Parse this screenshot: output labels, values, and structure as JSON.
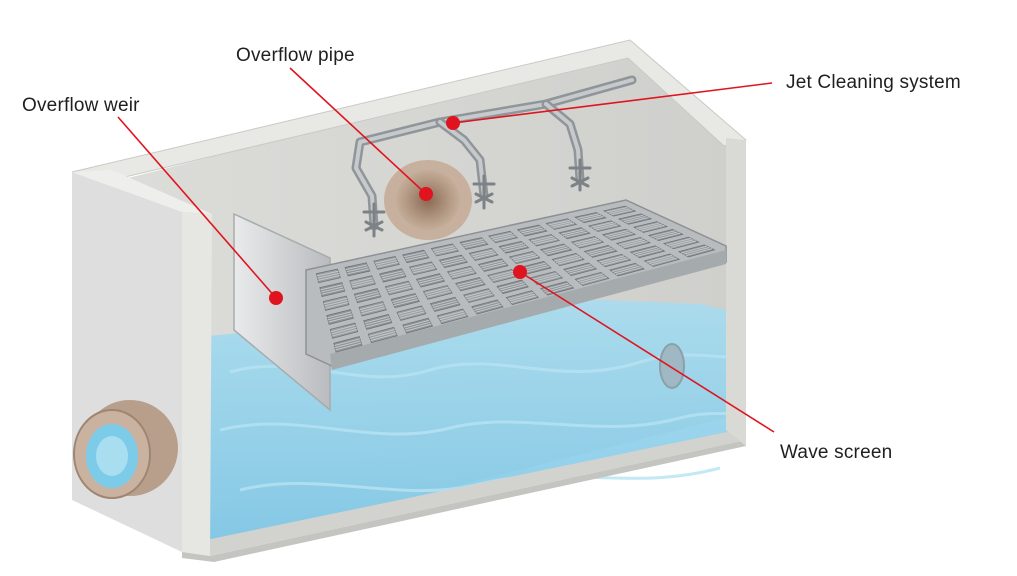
{
  "labels": {
    "overflow_pipe": "Overflow pipe",
    "overflow_weir": "Overflow weir",
    "jet_cleaning_system": "Jet Cleaning system",
    "wave_screen": "Wave screen"
  },
  "colors": {
    "callout": "#e0141e",
    "concrete": "#e4e4e1",
    "water": "#8fd0ea",
    "steel": "#9ea3a6",
    "pipe_flange": "#b49a86"
  },
  "icons": {
    "callout_marker": "red-dot-icon"
  }
}
